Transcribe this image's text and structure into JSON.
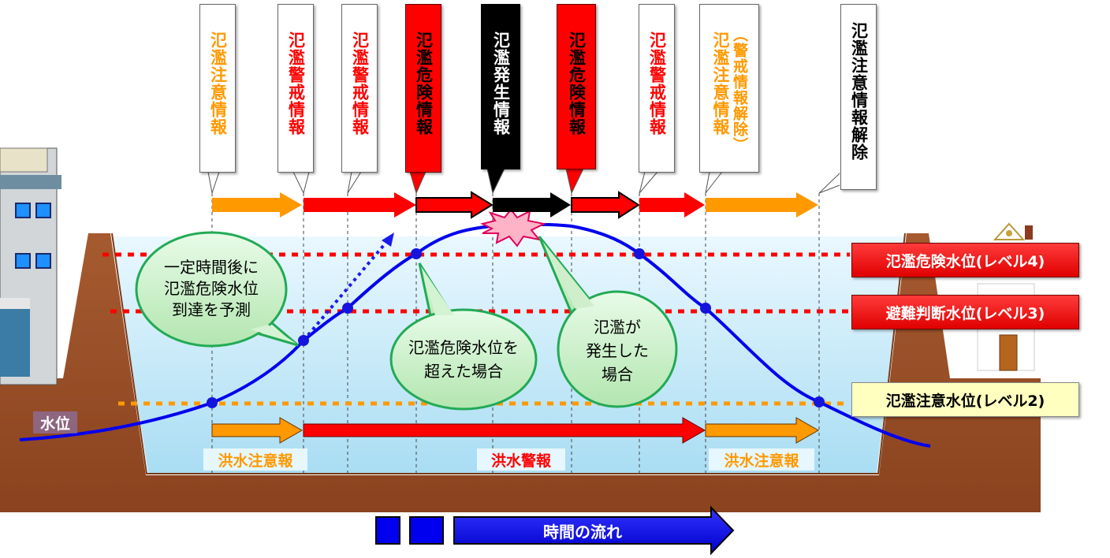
{
  "callouts": [
    {
      "text": "氾濫注意情報",
      "level": "caution"
    },
    {
      "text": "氾濫警戒情報",
      "level": "warning"
    },
    {
      "text": "氾濫警戒情報",
      "level": "warning"
    },
    {
      "text": "氾濫危険情報",
      "level": "danger"
    },
    {
      "text": "氾濫発生情報",
      "level": "occurrence"
    },
    {
      "text": "氾濫危険情報",
      "level": "danger"
    },
    {
      "text": "氾濫警戒情報",
      "level": "warning"
    },
    {
      "text_main": "氾濫注意情報",
      "text_sub": "（警戒情報解除）",
      "level": "caution"
    },
    {
      "text_main": "氾濫注意情報",
      "text_sub": "解除",
      "level": "release"
    }
  ],
  "levels": {
    "danger": "氾濫危険水位(レベル4)",
    "evacuation": "避難判断水位(レベル3)",
    "caution": "氾濫注意水位(レベル2)"
  },
  "bubbles": {
    "predict": [
      "一定時間後に",
      "氾濫危険水位",
      "到達を予測"
    ],
    "exceed": [
      "氾濫危険水位を",
      "超えた場合"
    ],
    "flood": [
      "氾濫が",
      "発生した",
      "場合"
    ]
  },
  "water_level_label": "水位",
  "forecasts": {
    "caution_1": "洪水注意報",
    "warning": "洪水警報",
    "caution_2": "洪水注意報"
  },
  "time_flow": "時間の流れ",
  "colors": {
    "caution": "#ff9900",
    "warning": "#ff0000",
    "danger": "#ff0000",
    "occurrence": "#000000",
    "water_curve": "#0000ee",
    "ground": "#a0522d",
    "water": "#bde6f7",
    "bubble_fill": "#c6efc6",
    "bubble_border": "#22aa55"
  }
}
